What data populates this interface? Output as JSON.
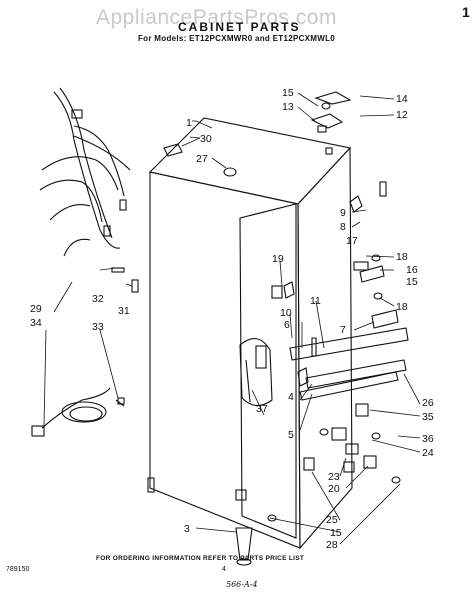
{
  "watermark": "AppliancePartsPros.com",
  "title": "CABINET PARTS",
  "subtitle": "For Models: ET12PCXMWR0 and ET12PCXMWL0",
  "footer": "FOR ORDERING INFORMATION REFER TO PARTS PRICE LIST",
  "diagram_number": "789150",
  "page_number": "4",
  "signature": "566-A-4",
  "corner_mark": "1",
  "callouts": [
    "1",
    "30",
    "27",
    "15",
    "13",
    "14",
    "12",
    "9",
    "8",
    "17",
    "18",
    "16",
    "15",
    "18",
    "7",
    "19",
    "11",
    "10",
    "6",
    "37",
    "4",
    "5",
    "26",
    "35",
    "36",
    "24",
    "23",
    "20",
    "32",
    "31",
    "29",
    "34",
    "33",
    "3",
    "25",
    "15",
    "28"
  ]
}
